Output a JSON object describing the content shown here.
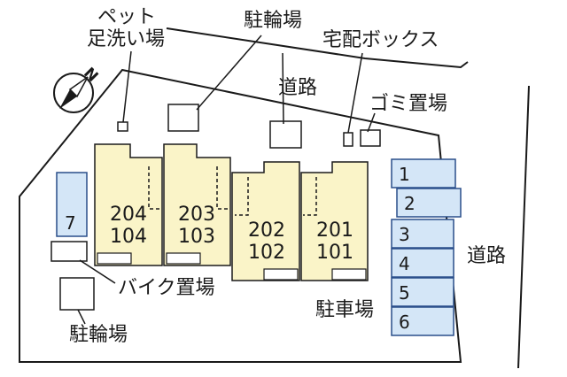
{
  "labels": {
    "pet_wash_line1": "ペット",
    "pet_wash_line2": "足洗い場",
    "bicycle_parking_top": "駐輪場",
    "delivery_box": "宅配ボックス",
    "road_top": "道路",
    "garbage": "ゴミ置場",
    "road_right": "道路",
    "bike_parking": "バイク置場",
    "car_parking": "駐車場",
    "bicycle_parking_bottom": "駐輪場"
  },
  "units": [
    {
      "upper": "204",
      "lower": "104"
    },
    {
      "upper": "203",
      "lower": "103"
    },
    {
      "upper": "202",
      "lower": "102"
    },
    {
      "upper": "201",
      "lower": "101"
    }
  ],
  "parking_spaces": [
    "1",
    "2",
    "3",
    "4",
    "5",
    "6",
    "7"
  ],
  "compass": {
    "symbol": "N"
  },
  "colors": {
    "building_fill": "#faf4c8",
    "parking_fill": "#d4e6f7",
    "parking_stroke": "#2a4f8a",
    "line": "#1a1a1a"
  }
}
